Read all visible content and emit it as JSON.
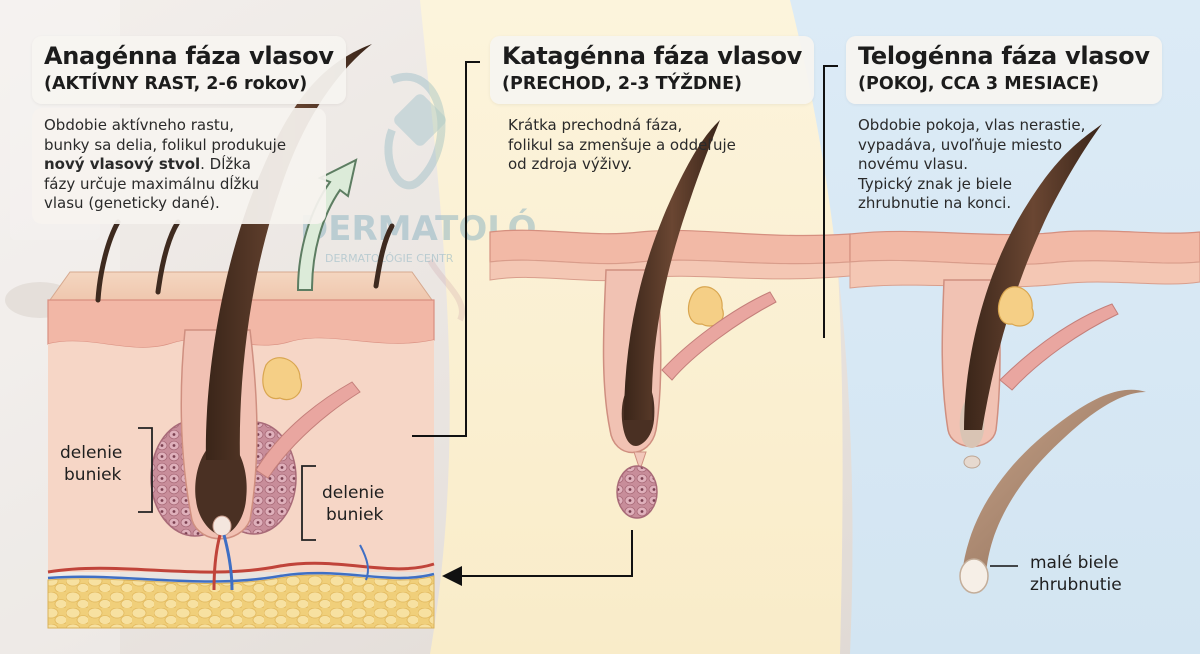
{
  "colors": {
    "panel_left_bg": "#efe9e4",
    "panel_middle_bg": "#fbf1d6",
    "panel_right_bg": "#d7e7f3",
    "skin_pink": "#f1b3a3",
    "skin_light": "#f7d9c9",
    "hair_brown": "#4a3326",
    "fat_yellow": "#f4d98a",
    "connector_black": "#111111"
  },
  "anagen": {
    "title": "Anagénna fáza vlasov",
    "subtitle": "(AKTÍVNY RAST, 2-6 rokov)",
    "desc_line1": "Obdobie aktívneho rastu,",
    "desc_line2": "bunky sa delia, folikul produkuje",
    "desc_line3_bold": "nový vlasový stvol",
    "desc_line3_rest": ". Dĺžka",
    "desc_line4": "fázy určuje maximálnu dĺžku",
    "desc_line5": "vlasu (geneticky dané).",
    "label_left_line1": "delenie",
    "label_left_line2": "buniek",
    "label_right_line1": "delenie",
    "label_right_line2": "buniek"
  },
  "catagen": {
    "title": "Katagénna fáza vlasov",
    "subtitle": "(PRECHOD, 2-3 TÝŽDNE)",
    "desc_line1": "Krátka prechodná fáza,",
    "desc_line2": "folikul sa zmenšuje a oddeľuje",
    "desc_line3": "od zdroja výživy."
  },
  "telogen": {
    "title": "Telogénna fáza vlasov",
    "subtitle": "(POKOJ, CCA 3 MESIACE)",
    "desc_line1": "Obdobie pokoja, vlas nerastie,",
    "desc_line2": "vypadáva, uvoľňuje miesto",
    "desc_line3": "novému vlasu.",
    "desc_line4": "Typický znak je biele",
    "desc_line5": "zhrubnutie na konci.",
    "label_line1": "malé biele",
    "label_line2": "zhrubnutie"
  },
  "background_sign": {
    "text": "DERMATOLÓ",
    "subtext": "DERMATOLÓGIE CENTR"
  }
}
